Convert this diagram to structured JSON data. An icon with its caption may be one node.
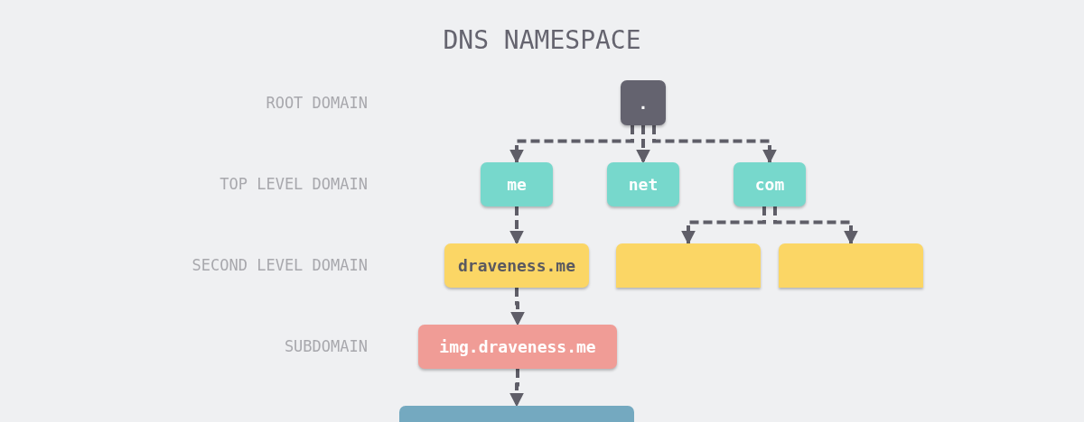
{
  "diagram": {
    "title": "DNS NAMESPACE",
    "nodes": [
      {
        "text": [
          "."
        ]
      },
      {
        "text": [
          "me"
        ]
      },
      {
        "text": [
          "net"
        ]
      },
      {
        "text": [
          "com"
        ]
      },
      {
        "text": [
          "draveness.me"
        ]
      },
      {
        "text": [],
        "shape": "box"
      },
      {
        "text": [],
        "shape": "box"
      },
      {
        "text": [
          "img.draveness.me"
        ]
      },
      {
        "text": [],
        "shape": "box"
      }
    ],
    "edges": [
      {
        "from": 0,
        "to": 1,
        "arrow": "to",
        "style": "dashed"
      },
      {
        "from": 0,
        "to": 2,
        "arrow": "to",
        "style": "dashed"
      },
      {
        "from": 0,
        "to": 3,
        "arrow": "to",
        "style": "dashed"
      },
      {
        "from": 1,
        "to": 4,
        "arrow": "to",
        "style": "dashed"
      },
      {
        "from": 3,
        "to": 5,
        "arrow": "to",
        "style": "dashed"
      },
      {
        "from": 3,
        "to": 6,
        "arrow": "to",
        "style": "dashed"
      },
      {
        "from": 4,
        "to": 7,
        "arrow": "to",
        "style": "dashed"
      },
      {
        "from": 7,
        "to": 8,
        "arrow": "to",
        "style": "dashed"
      }
    ],
    "labels": [
      "ROOT DOMAIN",
      "TOP LEVEL DOMAIN",
      "SECOND LEVEL DOMAIN",
      "SUBDOMAIN"
    ]
  }
}
